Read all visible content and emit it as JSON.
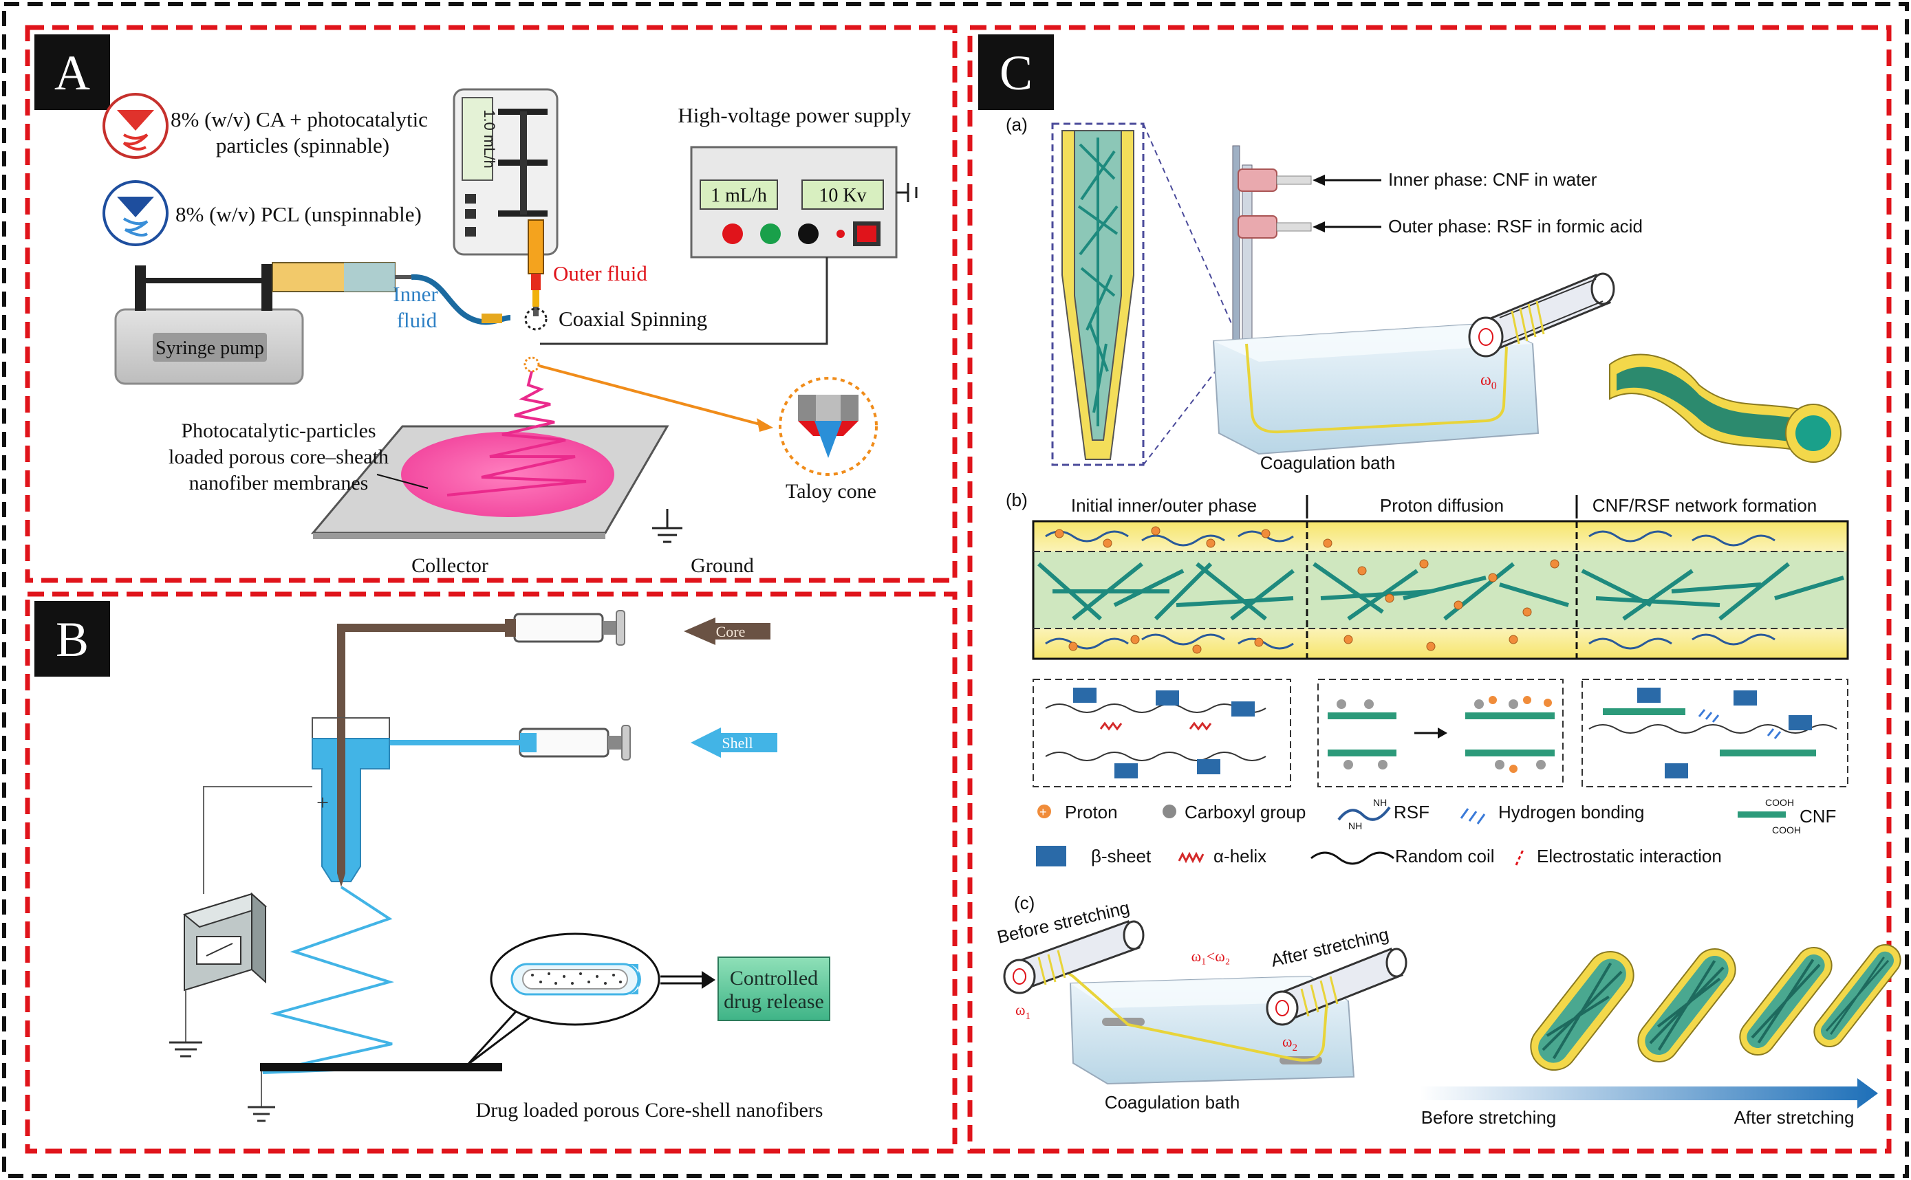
{
  "colors": {
    "panel_border": "#e0141b",
    "outer_border": "#111111",
    "badge_bg": "#111111",
    "badge_fg": "#ffffff",
    "core_brown": "#6a5244",
    "shell_blue": "#42b4e6",
    "teal_fiber": "#1e8a7e",
    "yellow_sheath": "#f2d84a",
    "jet_pink": "#ea2a8c"
  },
  "panel_a": {
    "badge": "A",
    "legend_spinnable_line1": "8% (w/v) CA + photocatalytic",
    "legend_spinnable_line2": "particles (spinnable)",
    "legend_unspinnable": "8% (w/v) PCL (unspinnable)",
    "syringe_display": "1.0 mL/h",
    "power_title": "High-voltage power supply",
    "flow_display": "1 mL/h",
    "voltage_display": "10 Kv",
    "outer_fluid": "Outer fluid",
    "inner_fluid_line1": "Inner",
    "inner_fluid_line2": "fluid",
    "coaxial_spinning": "Coaxial Spinning",
    "syringe_pump": "Syringe pump",
    "membrane_line1": "Photocatalytic-particles",
    "membrane_line2": "loaded porous core–sheath",
    "membrane_line3": "nanofiber membranes",
    "taylor_cone": "Taloy cone",
    "collector": "Collector",
    "ground": "Ground"
  },
  "panel_b": {
    "badge": "B",
    "core_arrow": "Core",
    "shell_arrow": "Shell",
    "plus_sign": "+",
    "release_line1": "Controlled",
    "release_line2": "drug release",
    "caption": "Drug loaded porous Core-shell nanofibers"
  },
  "panel_c": {
    "badge": "C",
    "sub_a": "(a)",
    "inner_phase": "Inner phase: CNF in water",
    "outer_phase": "Outer phase: RSF in formic acid",
    "omega_0": "ω",
    "omega_0_sub": "0",
    "coagulation_bath_a": "Coagulation bath",
    "sub_b": "(b)",
    "stage_1": "Initial inner/outer phase",
    "stage_2": "Proton diffusion",
    "stage_3": "CNF/RSF network  formation",
    "legend_proton": "Proton",
    "legend_carboxyl": "Carboxyl group",
    "legend_nh2_top": "NH",
    "legend_nh2_bottom": "NH",
    "legend_rsf": "RSF",
    "legend_hbond": "Hydrogen bonding",
    "legend_cooh_top": "COOH",
    "legend_cooh_bottom": "COOH",
    "legend_cnf": "CNF",
    "legend_beta": "β-sheet",
    "legend_alpha": "α-helix",
    "legend_coil": "Random coil",
    "legend_electrostatic": "Electrostatic interaction",
    "sub_c": "(c)",
    "before_stretching_roller": "Before stretching",
    "after_stretching_roller": "After stretching",
    "omega_relation": "ω₁<ω₂",
    "omega_1": "ω",
    "omega_1_sub": "1",
    "omega_2": "ω",
    "omega_2_sub": "2",
    "coagulation_bath_c": "Coagulation bath",
    "before_stretching": "Before stretching",
    "after_stretching": "After stretching"
  }
}
